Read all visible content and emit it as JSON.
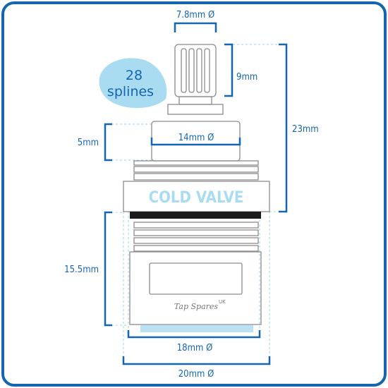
{
  "colors": {
    "frame": "#1466b0",
    "dimension": "#1466b0",
    "guide": "#9fd3ea",
    "outline": "#8c8c8c",
    "badge": "#a9dcf1",
    "valve_label": "#a9dcf1",
    "seal": "#1a1a1a",
    "base_strip": "#b9e3f4",
    "brand": "#777777"
  },
  "badge": {
    "line1": "28",
    "line2": "splines"
  },
  "valve_label": "COLD VALVE",
  "brand": {
    "name": "Tap Spares",
    "suffix": "UK"
  },
  "dimensions": {
    "spindle_diameter": "7.8mm Ø",
    "spindle_height": "9mm",
    "collar_height": "5mm",
    "collar_diameter": "14mm Ø",
    "upper_height": "23mm",
    "body_height": "15.5mm",
    "base_diameter": "18mm Ø",
    "thread_diameter": "20mm Ø"
  }
}
